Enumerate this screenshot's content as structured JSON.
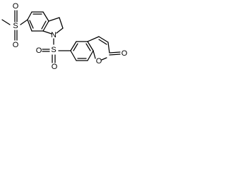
{
  "molecule": {
    "atoms": {
      "s_sulfone": "S",
      "o_sulfone_top": "O",
      "o_sulfone_bottom": "O",
      "s_sulfonyl": "S",
      "o_sulfonyl_left": "O",
      "o_sulfonyl_bottom": "O",
      "n_indoline": "N",
      "o_ring": "O",
      "o_carbonyl": "O"
    },
    "colors": {
      "bond": "#000000",
      "label": "#000000",
      "background": "#ffffff"
    }
  }
}
